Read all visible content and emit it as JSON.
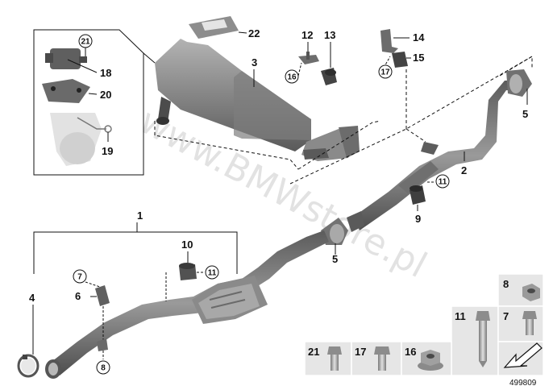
{
  "watermark": "www.BMWstore.pl",
  "catalog_number": "499809",
  "callouts": {
    "c1": "1",
    "c2": "2",
    "c3": "3",
    "c4": "4",
    "c5a": "5",
    "c5b": "5",
    "c6": "6",
    "c9": "9",
    "c10": "10",
    "c12": "12",
    "c13": "13",
    "c14": "14",
    "c15": "15",
    "c18": "18",
    "c19": "19",
    "c20": "20",
    "c22": "22"
  },
  "circled_refs": {
    "r21": "21",
    "r16": "16",
    "r17": "17",
    "r11a": "11",
    "r11b": "11",
    "r7": "7",
    "r8": "8"
  },
  "hardware_panel": {
    "p8": "8",
    "p11": "11",
    "p7": "7",
    "p21": "21",
    "p17": "17",
    "p16": "16"
  },
  "colors": {
    "part_dark": "#6e6e6e",
    "part_mid": "#8c8c8c",
    "part_light": "#bdbdbd",
    "panel_bg": "#e6e6e6",
    "line": "#111111"
  }
}
